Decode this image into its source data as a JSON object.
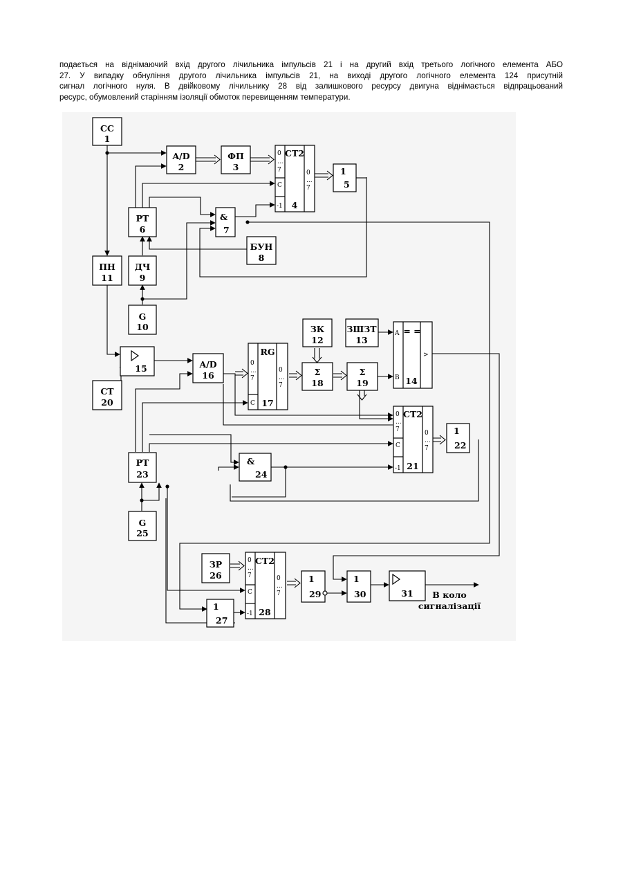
{
  "paragraph": {
    "line1": "подається на віднімаючий вхід другого лічильника імпульсів 21 і на другий вхід третього логічного елемента АБО",
    "line2": "27. У випадку обнуління другого лічильника імпульсів 21, на виході другого логічного елемента 124 присутній",
    "line3": "сигнал логічного нуля. В двійковому лічильнику 28 від залишкового ресурсу двигуна віднімається відпрацьований",
    "line4": "ресурс, обумовлений старінням ізоляції обмоток перевищенням температури."
  },
  "diagram": {
    "blocks": {
      "b1": {
        "name": "СС",
        "num": "1"
      },
      "b2": {
        "name": "A/D",
        "num": "2"
      },
      "b3": {
        "name": "ФП",
        "num": "3"
      },
      "b4": {
        "name": "CT2",
        "num": "4"
      },
      "b5": {
        "name": "1",
        "num": "5"
      },
      "b6": {
        "name": "PT",
        "num": "6"
      },
      "b7": {
        "name": "&",
        "num": "7"
      },
      "b8": {
        "name": "БУН",
        "num": "8"
      },
      "b9": {
        "name": "ДЧ",
        "num": "9"
      },
      "b10": {
        "name": "G",
        "num": "10"
      },
      "b11": {
        "name": "ПН",
        "num": "11"
      },
      "b12": {
        "name": "ЗК",
        "num": "12"
      },
      "b13": {
        "name": "ЗШЗТ",
        "num": "13"
      },
      "b14": {
        "name": "= =",
        "num": "14"
      },
      "b15": {
        "name": "",
        "num": "15"
      },
      "b16": {
        "name": "A/D",
        "num": "16"
      },
      "b17": {
        "name": "RG",
        "num": "17"
      },
      "b18": {
        "name": "Σ",
        "num": "18"
      },
      "b19": {
        "name": "Σ",
        "num": "19"
      },
      "b20": {
        "name": "CT",
        "num": "20"
      },
      "b21": {
        "name": "CT2",
        "num": "21"
      },
      "b22": {
        "name": "1",
        "num": "22"
      },
      "b23": {
        "name": "PT",
        "num": "23"
      },
      "b24": {
        "name": "&",
        "num": "24"
      },
      "b25": {
        "name": "G",
        "num": "25"
      },
      "b26": {
        "name": "ЗР",
        "num": "26"
      },
      "b27": {
        "name": "1",
        "num": "27"
      },
      "b28": {
        "name": "CT2",
        "num": "28"
      },
      "b29": {
        "name": "1",
        "num": "29"
      },
      "b30": {
        "name": "1",
        "num": "30"
      },
      "b31": {
        "name": "",
        "num": "31"
      }
    },
    "pins": {
      "zero": "0",
      "seven": "7",
      "dots": "...",
      "c": "C",
      "minus1": "-1",
      "a": "A",
      "b": "B",
      "gt": ">"
    },
    "output_label_1": "В коло",
    "output_label_2": "сигналізації"
  }
}
